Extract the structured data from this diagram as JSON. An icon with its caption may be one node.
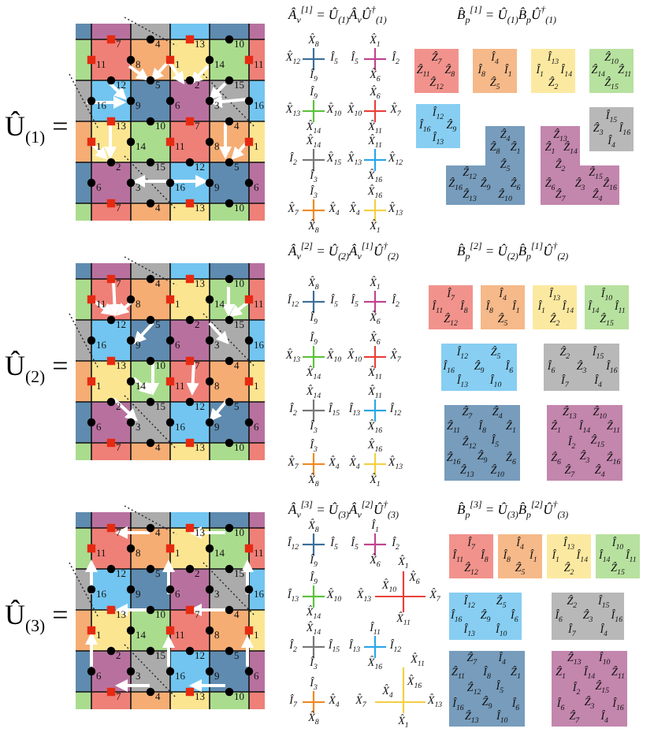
{
  "diagram": {
    "nodes": [
      {
        "text": [
          "X̂$_{8}$",
          "X̂$_{12}$",
          "Î$_{5}$",
          "Î$_{9}$"
        ]
      },
      {
        "text": [
          "X̂$_{1}$",
          "Î$_{5}$",
          "Î$_{2}$",
          "X̂$_{6}$"
        ]
      },
      {
        "text": [
          "Î$_{9}$",
          "X̂$_{13}$",
          "X̂$_{10}$",
          "X̂$_{14}$"
        ]
      },
      {
        "text": [
          "X̂$_{6}$",
          "X̂$_{10}$",
          "X̂$_{7}$",
          "X̂$_{11}$"
        ]
      },
      {
        "text": [
          "X̂$_{14}$",
          "Î$_{2}$",
          "X̂$_{15}$",
          "Î$_{3}$"
        ]
      },
      {
        "text": [
          "X̂$_{11}$",
          "X̂$_{13}$",
          "X̂$_{12}$",
          "X̂$_{16}$"
        ]
      },
      {
        "text": [
          "Î$_{3}$",
          "X̂$_{7}$",
          "X̂$_{4}$",
          "X̂$_{8}$"
        ]
      },
      {
        "text": [
          "X̂$_{16}$",
          "X̂$_{4}$",
          "X̂$_{13}$",
          "X̂$_{1}$"
        ]
      },
      {
        "text": [
          "Ẑ$_{7}$",
          "Ẑ$_{11}$",
          "Ẑ$_{8}$",
          "Ẑ$_{12}$"
        ]
      },
      {
        "text": [
          "Î$_{4}$",
          "Î$_{8}$",
          "Î$_{1}$",
          "Ẑ$_{5}$"
        ]
      },
      {
        "text": [
          "Î$_{13}$",
          "Î$_{1}$",
          "Î$_{14}$",
          "Ẑ$_{2}$"
        ]
      },
      {
        "text": [
          "Ẑ$_{10}$",
          "Ẑ$_{14}$",
          "Ẑ$_{11}$",
          "Ẑ$_{15}$"
        ]
      },
      {
        "text": [
          "Î$_{12}$",
          "Î$_{16}$",
          "Ẑ$_{9}$",
          "Î$_{13}$"
        ]
      },
      {
        "text": [
          "Î$_{15}$",
          "Ẑ$_{3}$",
          "Î$_{16}$",
          "Î$_{4}$"
        ]
      },
      {
        "text": [
          "Ẑ$_{4}$",
          "Ẑ$_{8}$",
          "Ẑ$_{1}$",
          "Ẑ$_{12}$",
          "Ẑ$_{5}$",
          "Ẑ$_{16}$",
          "Ẑ$_{9}$",
          "Ẑ$_{6}$",
          "Ẑ$_{13}$",
          "Ẑ$_{10}$"
        ]
      },
      {
        "text": [
          "Ẑ$_{13}$",
          "Ẑ$_{1}$",
          "Ẑ$_{14}$",
          "Ẑ$_{2}$",
          "Ẑ$_{15}$",
          "Ẑ$_{6}$",
          "Ẑ$_{3}$",
          "Ẑ$_{16}$",
          "Ẑ$_{7}$",
          "Ẑ$_{4}$"
        ]
      },
      {
        "text": [
          "X̂$_{8}$",
          "Î$_{12}$",
          "Î$_{5}$",
          "Î$_{9}$"
        ]
      },
      {
        "text": [
          "X̂$_{1}$",
          "Î$_{5}$",
          "Î$_{2}$",
          "X̂$_{6}$"
        ]
      },
      {
        "text": [
          "Î$_{9}$",
          "X̂$_{13}$",
          "X̂$_{10}$",
          "X̂$_{14}$"
        ]
      },
      {
        "text": [
          "X̂$_{6}$",
          "X̂$_{10}$",
          "X̂$_{7}$",
          "X̂$_{11}$"
        ]
      },
      {
        "text": [
          "X̂$_{14}$",
          "Î$_{2}$",
          "Î$_{15}$",
          "Î$_{3}$"
        ]
      },
      {
        "text": [
          "X̂$_{11}$",
          "Î$_{13}$",
          "Î$_{12}$",
          "X̂$_{16}$"
        ]
      },
      {
        "text": [
          "Î$_{3}$",
          "X̂$_{7}$",
          "X̂$_{4}$",
          "X̂$_{8}$"
        ]
      },
      {
        "text": [
          "X̂$_{16}$",
          "X̂$_{4}$",
          "X̂$_{13}$",
          "X̂$_{1}$"
        ]
      },
      {
        "text": [
          "Î$_{7}$",
          "Î$_{11}$",
          "Î$_{8}$",
          "Ẑ$_{12}$"
        ]
      },
      {
        "text": [
          "Î$_{4}$",
          "Î$_{8}$",
          "Î$_{1}$",
          "Ẑ$_{5}$"
        ]
      },
      {
        "text": [
          "Î$_{13}$",
          "Î$_{1}$",
          "Î$_{14}$",
          "Ẑ$_{2}$"
        ]
      },
      {
        "text": [
          "Î$_{10}$",
          "Î$_{14}$",
          "Î$_{11}$",
          "Ẑ$_{15}$"
        ]
      },
      {
        "text": [
          "Î$_{12}$",
          "Ẑ$_{5}$",
          "Î$_{16}$",
          "Ẑ$_{9}$",
          "Î$_{6}$",
          "Î$_{13}$",
          "Î$_{10}$"
        ]
      },
      {
        "text": [
          "Ẑ$_{2}$",
          "Î$_{15}$",
          "Î$_{6}$",
          "Ẑ$_{3}$",
          "Î$_{16}$",
          "Î$_{7}$",
          "Î$_{4}$"
        ]
      },
      {
        "text": [
          "Ẑ$_{7}$",
          "Ẑ$_{4}$",
          "Ẑ$_{11}$",
          "Î$_{8}$",
          "Ẑ$_{1}$",
          "Ẑ$_{12}$",
          "Î$_{5}$",
          "Ẑ$_{16}$",
          "Ẑ$_{9}$",
          "Ẑ$_{6}$",
          "Ẑ$_{13}$",
          "Ẑ$_{10}$"
        ]
      },
      {
        "text": [
          "Ẑ$_{13}$",
          "Ẑ$_{10}$",
          "Ẑ$_{1}$",
          "Î$_{14}$",
          "Ẑ$_{11}$",
          "Î$_{2}$",
          "Ẑ$_{15}$",
          "Ẑ$_{6}$",
          "Ẑ$_{3}$",
          "Ẑ$_{16}$",
          "Ẑ$_{7}$",
          "Ẑ$_{4}$"
        ]
      },
      {
        "text": [
          "X̂$_{8}$",
          "Î$_{12}$",
          "Î$_{5}$",
          "Î$_{9}$"
        ]
      },
      {
        "text": [
          "Î$_{1}$",
          "Î$_{5}$",
          "Î$_{2}$",
          "X̂$_{6}$"
        ]
      },
      {
        "text": [
          "Î$_{9}$",
          "Î$_{13}$",
          "X̂$_{10}$",
          "X̂$_{14}$"
        ]
      },
      {
        "text": [
          "X̂$_{1}$",
          "X̂$_{6}$",
          "X̂$_{13}$",
          "X̂$_{10}$",
          "X̂$_{7}$",
          "X̂$_{11}$"
        ]
      },
      {
        "text": [
          "X̂$_{14}$",
          "Î$_{2}$",
          "Î$_{15}$",
          "Î$_{3}$"
        ]
      },
      {
        "text": [
          "Î$_{11}$",
          "Î$_{13}$",
          "Î$_{12}$",
          "X̂$_{16}$"
        ]
      },
      {
        "text": [
          "Î$_{3}$",
          "Î$_{7}$",
          "X̂$_{4}$",
          "X̂$_{8}$"
        ]
      },
      {
        "text": [
          "X̂$_{11}$",
          "X̂$_{16}$",
          "X̂$_{7}$",
          "X̂$_{4}$",
          "X̂$_{13}$",
          "X̂$_{1}$"
        ]
      },
      {
        "text": [
          "Î$_{7}$",
          "Î$_{11}$",
          "Î$_{8}$",
          "Ẑ$_{12}$"
        ]
      },
      {
        "text": [
          "Î$_{4}$",
          "Î$_{8}$",
          "Î$_{1}$",
          "Ẑ$_{5}$"
        ]
      },
      {
        "text": [
          "Î$_{13}$",
          "Î$_{1}$",
          "Î$_{14}$",
          "Ẑ$_{2}$"
        ]
      },
      {
        "text": [
          "Î$_{10}$",
          "Î$_{14}$",
          "Î$_{11}$",
          "Ẑ$_{15}$"
        ]
      },
      {
        "text": [
          "Î$_{12}$",
          "Ẑ$_{5}$",
          "Î$_{16}$",
          "Ẑ$_{9}$",
          "Î$_{6}$",
          "Î$_{13}$",
          "Î$_{10}$"
        ]
      },
      {
        "text": [
          "Ẑ$_{2}$",
          "Î$_{15}$",
          "Î$_{6}$",
          "Ẑ$_{3}$",
          "Î$_{16}$",
          "Î$_{7}$",
          "Î$_{4}$"
        ]
      },
      {
        "text": [
          "Ẑ$_{7}$",
          "Î$_{4}$",
          "Ẑ$_{11}$",
          "Î$_{8}$",
          "Ẑ$_{1}$",
          "Ẑ$_{12}$",
          "Î$_{5}$",
          "Î$_{16}$",
          "Ẑ$_{9}$",
          "Î$_{6}$",
          "Ẑ$_{13}$",
          "Î$_{10}$"
        ]
      },
      {
        "text": [
          "Ẑ$_{13}$",
          "Î$_{10}$",
          "Ẑ$_{1}$",
          "Î$_{14}$",
          "Ẑ$_{11}$",
          "Î$_{2}$",
          "Ẑ$_{15}$",
          "Î$_{6}$",
          "Ẑ$_{3}$",
          "Î$_{16}$",
          "Ẑ$_{7}$",
          "Î$_{4}$"
        ]
      }
    ],
    "labels": [
      "Û$_{(1)}$ =",
      "7",
      "4",
      "13",
      "10",
      "11",
      "8",
      "1",
      "14",
      "11",
      "12",
      "5",
      "2",
      "15",
      "16",
      "9",
      "6",
      "3",
      "16",
      "13",
      "10",
      "7",
      "4",
      "1",
      "14",
      "11",
      "8",
      "1",
      "2",
      "15",
      "12",
      "5",
      "6",
      "3",
      "16",
      "9",
      "6",
      "7",
      "4",
      "13",
      "10",
      "Â$_{v}$$^{[1]}$ = Û$_{(1)}$Â$_{v}$Û$^{†}$$_{(1)}$",
      "B̂$_{p}$$^{[1]}$ = Û$_{(1)}$B̂$_{p}$Û$^{†}$$_{(1)}$",
      "Û$_{(2)}$ =",
      "7",
      "4",
      "13",
      "10",
      "11",
      "8",
      "1",
      "14",
      "11",
      "12",
      "5",
      "2",
      "15",
      "16",
      "9",
      "6",
      "3",
      "16",
      "13",
      "10",
      "7",
      "4",
      "1",
      "14",
      "11",
      "8",
      "1",
      "2",
      "15",
      "12",
      "5",
      "6",
      "3",
      "16",
      "9",
      "6",
      "7",
      "4",
      "13",
      "10",
      "Â$_{v}$$^{[2]}$ = Û$_{(2)}$Â$_{v}$$^{[1]}$Û$^{†}$$_{(2)}$",
      "B̂$_{p}$$^{[2]}$ = Û$_{(2)}$B̂$_{p}$$^{[1]}$Û$^{†}$$_{(2)}$",
      "Û$_{(3)}$ =",
      "7",
      "4",
      "13",
      "10",
      "11",
      "8",
      "1",
      "14",
      "11",
      "12",
      "5",
      "2",
      "15",
      "16",
      "9",
      "6",
      "3",
      "16",
      "13",
      "10",
      "7",
      "4",
      "1",
      "14",
      "11",
      "8",
      "1",
      "2",
      "15",
      "12",
      "5",
      "6",
      "3",
      "16",
      "9",
      "6",
      "7",
      "4",
      "13",
      "10",
      "Â$_{v}$$^{[3]}$ = Û$_{(3)}$Â$_{v}$$^{[2]}$Û$^{†}$$_{(3)}$",
      "B̂$_{p}$$^{[3]}$ = Û$_{(3)}$B̂$_{p}$$^{[2]}$Û$^{†}$$_{(3)}$"
    ]
  }
}
